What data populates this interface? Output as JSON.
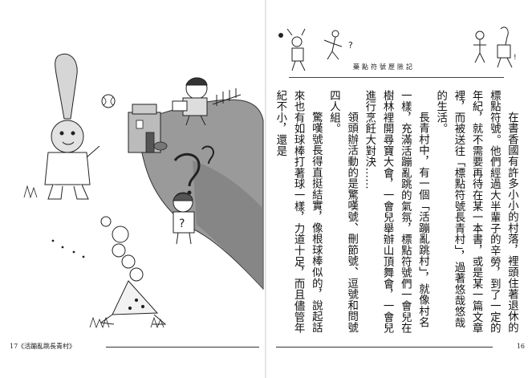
{
  "left_page": {
    "page_number": "17",
    "footer_title": "《活蹦亂跳長青村》"
  },
  "right_page": {
    "page_number": "16",
    "header_title": "藥點符號歷險記",
    "paragraphs": [
      "在書香國有許多小小的村落，裡頭住著退休的標點符號。他們經過大半輩子的辛勞，到了一定的年紀，就不需要再待在某一本書，或是某一篇文章裡，而被送往「標點符號長青村」，過著悠哉悠哉的生活。",
      "長青村中，有一個「活蹦亂跳村」，就像村名一樣，充滿活蹦亂跳的氣氛，標點符號們一會兒在樹林裡開尋寶大會，一會兒舉辦山頂舞會，一會兒進行烹飪大對決……",
      "領頭辦活動的是驚嘆號、刪節號、逗號和問號四人組。",
      "驚嘆號長得直挺結實，像根球棒似的，說起話來也有如球棒打著球一樣，力道十足，而且儘管年紀不小，還是"
    ]
  },
  "icons": [
    "exclamation-character",
    "question-character",
    "baseball",
    "house",
    "hill",
    "mascot-sprite"
  ]
}
